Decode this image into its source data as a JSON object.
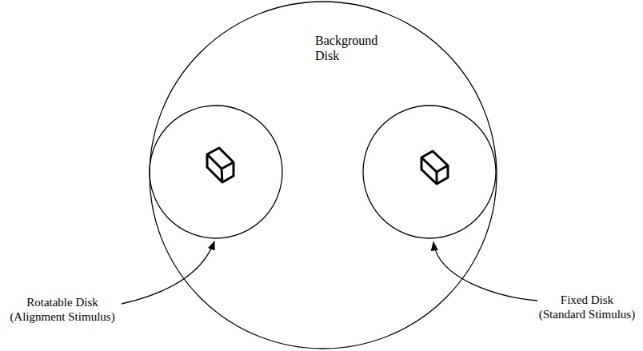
{
  "diagram": {
    "nodes": [
      {
        "text": [
          "Background Disk"
        ]
      }
    ],
    "labels": [
      "Rotatable Disk (Alignment Stimulus)",
      "Fixed Disk (Standard Stimulus)"
    ]
  }
}
